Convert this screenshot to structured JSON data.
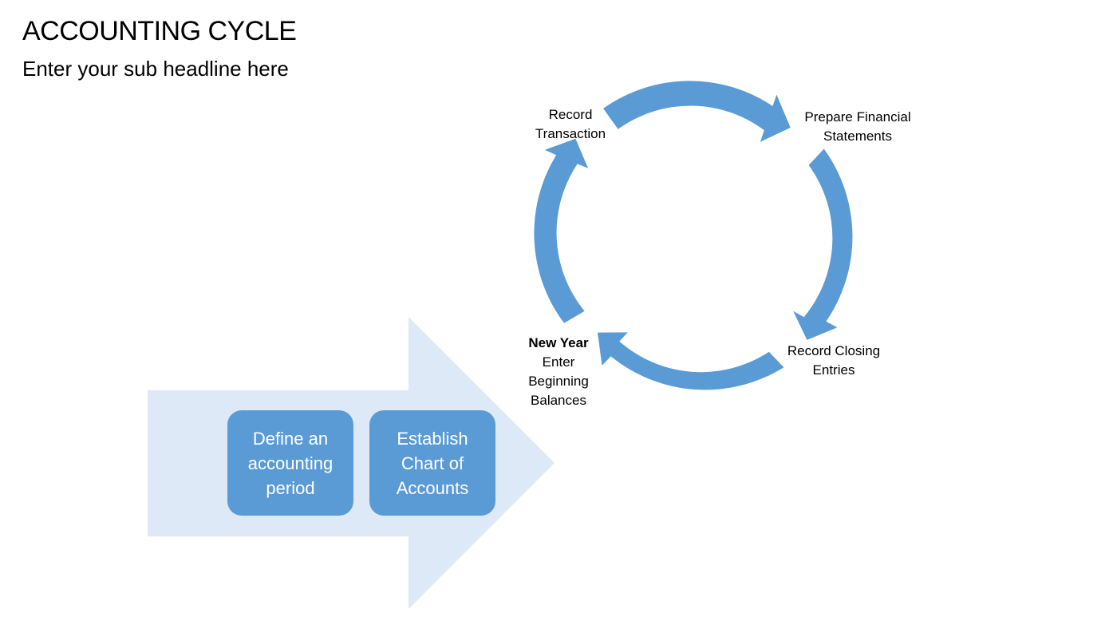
{
  "slide": {
    "title": "ACCOUNTING CYCLE",
    "subtitle": "Enter your sub headline here"
  },
  "setup_steps": [
    {
      "lines": [
        "Define an",
        "accounting",
        "period"
      ]
    },
    {
      "lines": [
        "Establish",
        "Chart of",
        "Accounts"
      ]
    }
  ],
  "cycle": [
    {
      "lines": [
        "Record",
        "Transaction"
      ]
    },
    {
      "lines": [
        "Prepare Financial",
        "Statements"
      ]
    },
    {
      "lines": [
        "Record Closing",
        "Entries"
      ]
    },
    {
      "heading": "New Year",
      "lines": [
        "Enter",
        "Beginning",
        "Balances"
      ]
    }
  ],
  "colors": {
    "arrow_fill": "#dde9f6",
    "accent": "#5b9bd5",
    "box_text": "#ffffff"
  }
}
